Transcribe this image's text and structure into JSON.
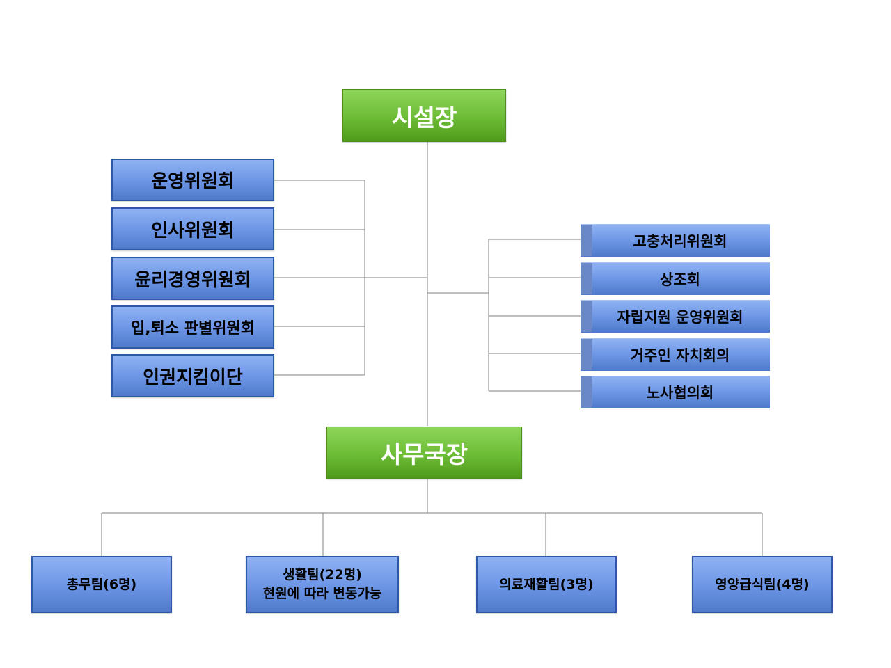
{
  "top_node": {
    "label": "시설장"
  },
  "middle_node": {
    "label": "사무국장"
  },
  "left_committees": [
    {
      "label": "운영위원회"
    },
    {
      "label": "인사위원회"
    },
    {
      "label": "윤리경영위원회"
    },
    {
      "label": "입,퇴소 판별위원회"
    },
    {
      "label": "인권지킴이단"
    }
  ],
  "right_committees": [
    {
      "label": "고충처리위원회"
    },
    {
      "label": "상조회"
    },
    {
      "label": "자립지원 운영위원회"
    },
    {
      "label": "거주인 자치회의"
    },
    {
      "label": "노사협의회"
    }
  ],
  "teams": [
    {
      "line1": "총무팀(6명)",
      "line2": ""
    },
    {
      "line1": "생활팀(22명)",
      "line2": "현원에 따라 변동가능"
    },
    {
      "line1": "의료재활팀(3명)",
      "line2": ""
    },
    {
      "line1": "영양급식팀(4명)",
      "line2": ""
    }
  ],
  "colors": {
    "green_box": "#6cbc36",
    "blue_box": "#6e97e6",
    "line": "#808080"
  }
}
